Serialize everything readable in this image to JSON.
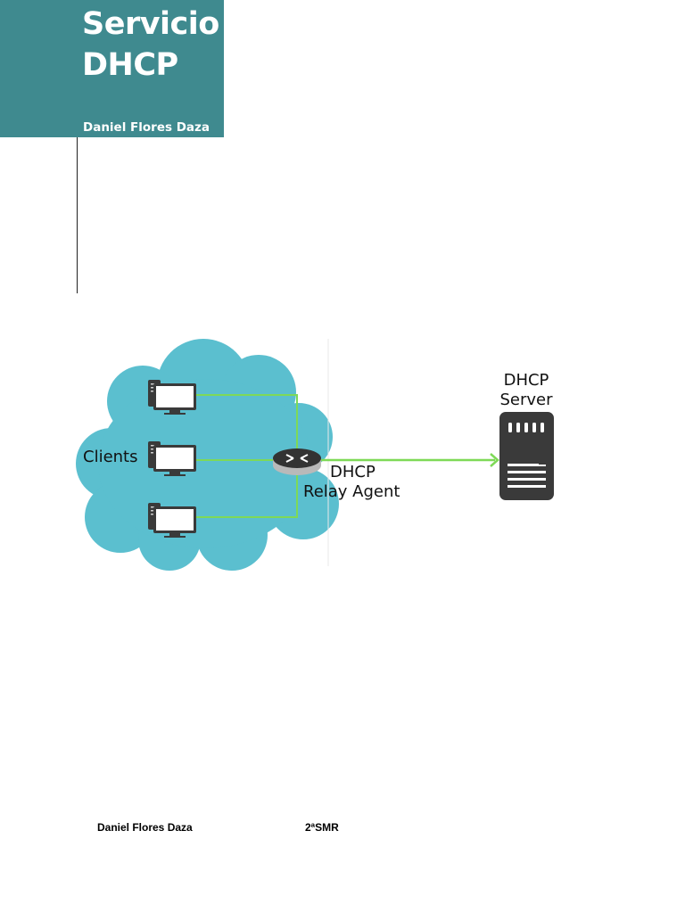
{
  "cover": {
    "title_line1": "Servicio",
    "title_line2": "DHCP",
    "author": "Daniel Flores Daza"
  },
  "diagram": {
    "clients_label": "Clients",
    "relay_label_line1": "DHCP",
    "relay_label_line2": "Relay Agent",
    "server_label_line1": "DHCP",
    "server_label_line2": "Server",
    "icons": [
      "client-computer-icon",
      "client-computer-icon",
      "client-computer-icon",
      "router-icon",
      "server-icon",
      "arrow-icon"
    ]
  },
  "footer": {
    "author": "Daniel Flores Daza",
    "course": "2ªSMR"
  },
  "colors": {
    "title_block": "#3f8a8f",
    "cloud": "#5bbfcf",
    "link": "#7ed957",
    "server": "#3a3a3a"
  }
}
